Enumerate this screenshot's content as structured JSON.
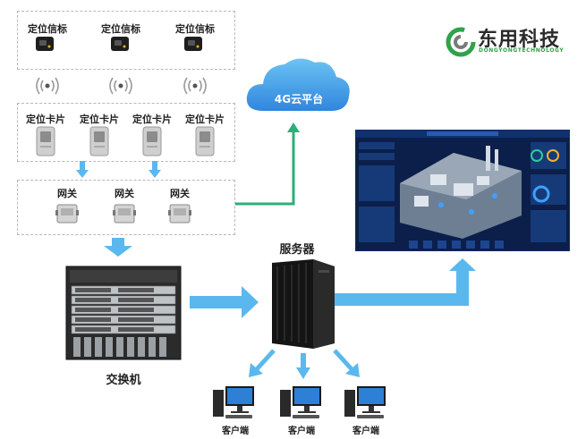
{
  "logo": {
    "name": "东用科技",
    "subtitle": "DONGYONGTECHNOLOGY"
  },
  "beacons": {
    "labels": [
      "定位信标",
      "定位信标",
      "定位信标"
    ]
  },
  "cards": {
    "labels": [
      "定位卡片",
      "定位卡片",
      "定位卡片",
      "定位卡片"
    ]
  },
  "gateways": {
    "labels": [
      "网关",
      "网关",
      "网关"
    ]
  },
  "cloud": {
    "label": "4G云平台"
  },
  "server": {
    "label": "服务器"
  },
  "switch": {
    "label": "交换机"
  },
  "clients": {
    "labels": [
      "客户端",
      "客户端",
      "客户端"
    ]
  },
  "colors": {
    "arrow": "#5bb8ee",
    "cloud": "#3d9be6",
    "cloud_link": "#2fae7a",
    "logo_green": "#2fa24a",
    "dashboard_bg": "#0b1f4a"
  }
}
